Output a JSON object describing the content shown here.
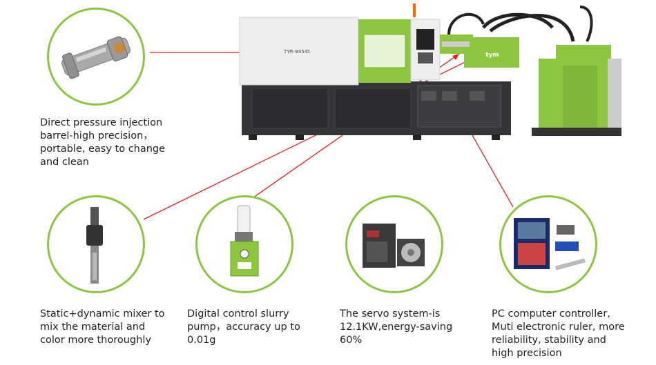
{
  "machine": {
    "nameplate": "TYM-W4545",
    "logo_text": "tym",
    "colors": {
      "green": "#8dc63f",
      "dark": "#333538",
      "frame_white": "#eeeeee"
    }
  },
  "callout_line_color": "#e02020",
  "features": [
    {
      "caption": "Direct pressure injection\nbarrel-high precision，\nportable, easy to change\nand clean",
      "icon": "injection-barrel"
    },
    {
      "caption": "Static+dynamic mixer to\nmix the material and\ncolor more thoroughly",
      "icon": "static-dynamic-mixer"
    },
    {
      "caption": "Digital control slurry\npump，accuracy up to\n0.01g",
      "icon": "slurry-pump"
    },
    {
      "caption": "The servo system-is\n12.1KW,energy-saving\n60%",
      "icon": "servo-motor"
    },
    {
      "caption": "PC computer controller,\nMuti electronic ruler, more\nreliability, stability and\nhigh precision",
      "icon": "pc-controller"
    }
  ]
}
